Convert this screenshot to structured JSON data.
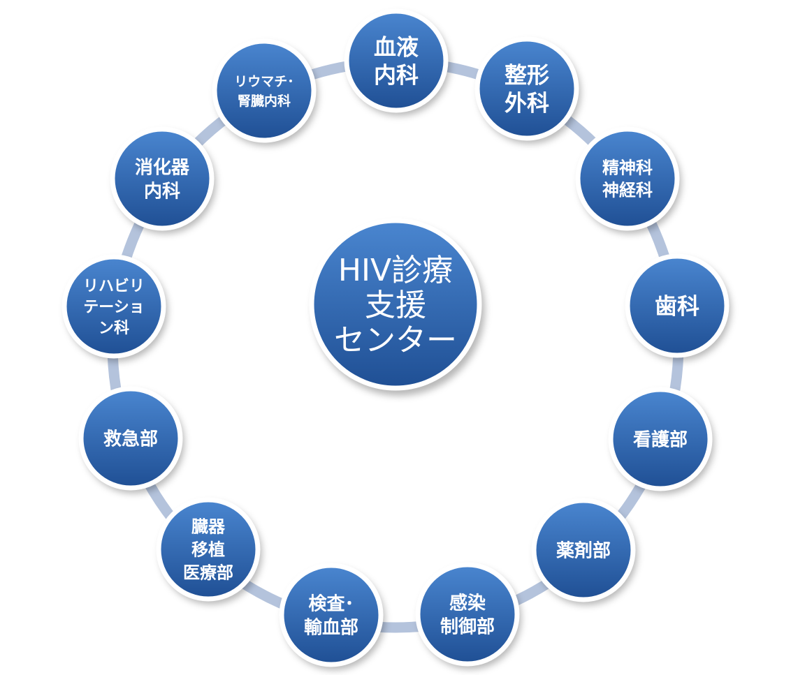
{
  "center": {
    "lines": [
      "HIV診療",
      "支援",
      "センター"
    ]
  },
  "departments": [
    {
      "id": "hematology",
      "lines": [
        "血液",
        "内科"
      ]
    },
    {
      "id": "orthopedics",
      "lines": [
        "整形",
        "外科"
      ]
    },
    {
      "id": "psychiatry-neurology",
      "lines": [
        "精神科",
        "神経科"
      ]
    },
    {
      "id": "dentistry",
      "lines": [
        "歯科"
      ]
    },
    {
      "id": "nursing",
      "lines": [
        "看護部"
      ]
    },
    {
      "id": "pharmacy",
      "lines": [
        "薬剤部"
      ]
    },
    {
      "id": "infection-control",
      "lines": [
        "感染",
        "制御部"
      ]
    },
    {
      "id": "laboratory-transfusion",
      "lines": [
        "検査･",
        "輸血部"
      ]
    },
    {
      "id": "organ-transplant",
      "lines": [
        "臓器",
        "移植",
        "医療部"
      ]
    },
    {
      "id": "emergency",
      "lines": [
        "救急部"
      ]
    },
    {
      "id": "rehabilitation",
      "lines": [
        "リハビリ",
        "テーショ",
        "ン科"
      ]
    },
    {
      "id": "gastroenterology",
      "lines": [
        "消化器",
        "内科"
      ]
    },
    {
      "id": "rheumatology-nephrology",
      "lines": [
        "リウマチ･",
        "腎臓内科"
      ]
    }
  ],
  "colors": {
    "node_top": "#4a86d0",
    "node_bottom": "#1f4f94",
    "ring": "#b4c3dc",
    "text": "#ffffff"
  }
}
